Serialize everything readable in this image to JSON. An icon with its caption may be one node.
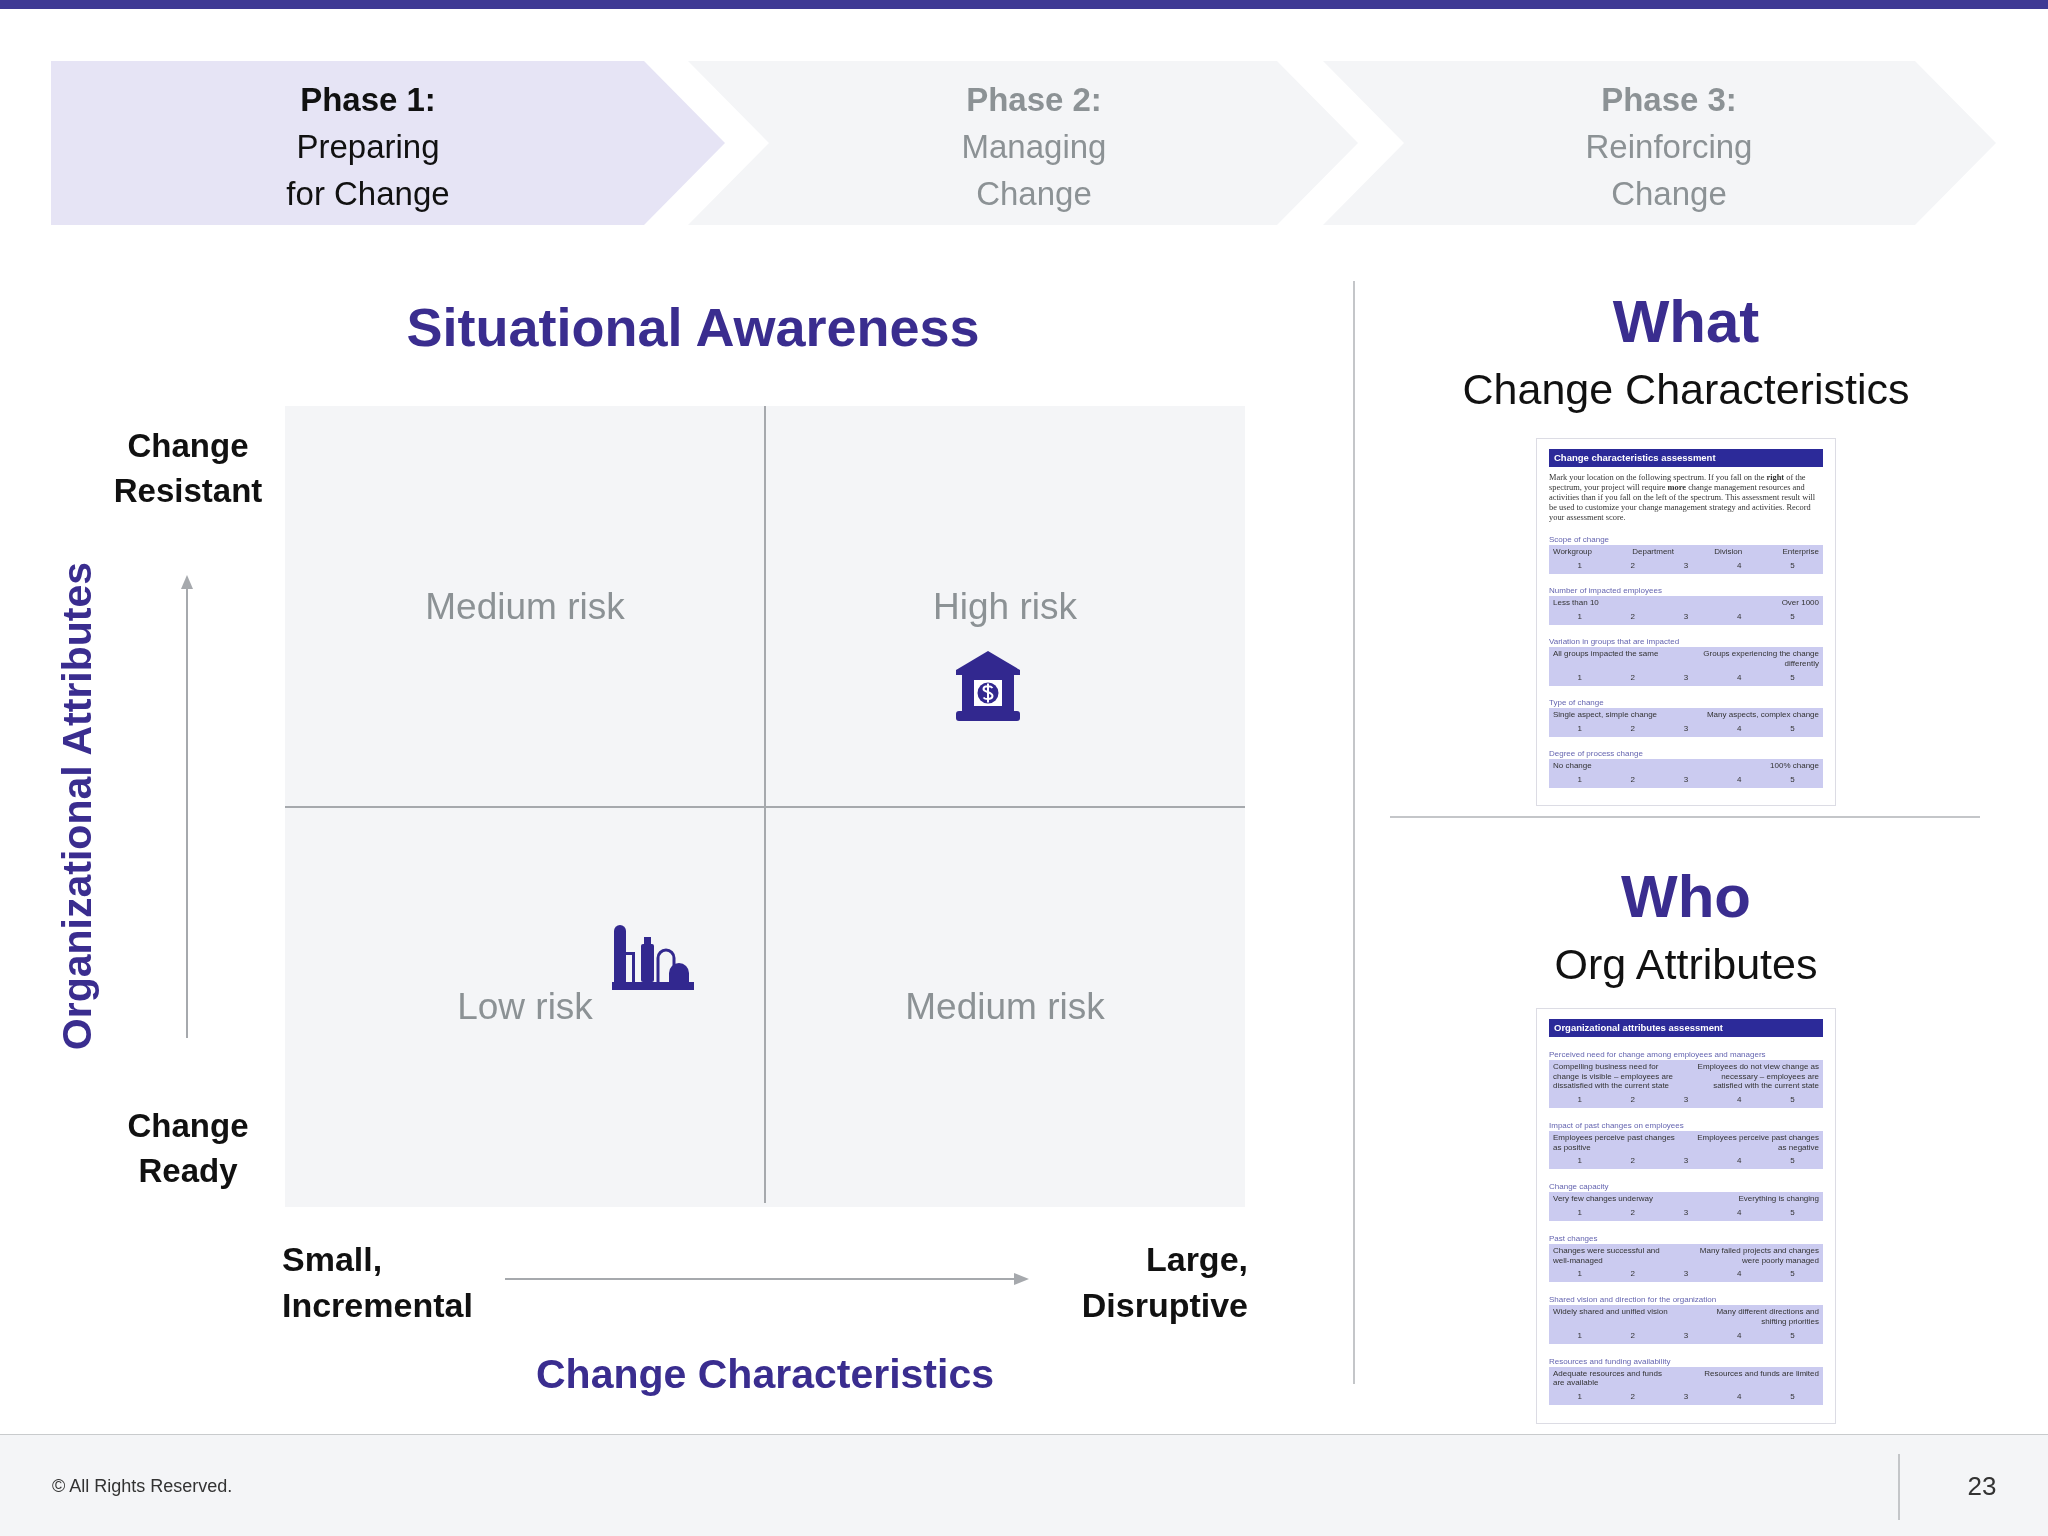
{
  "diagram": {
    "title": "Situational Awareness",
    "nodes": [
      {
        "text": [
          "Phase 1:",
          "Preparing for Change"
        ]
      },
      {
        "text": [
          "Phase 2:",
          "Managing Change"
        ]
      },
      {
        "text": [
          "Phase 3:",
          "Reinforcing Change"
        ]
      },
      {
        "text": [
          "Medium risk"
        ]
      },
      {
        "text": [
          "High risk"
        ]
      },
      {
        "text": [
          "Low risk"
        ]
      },
      {
        "text": [
          "Medium risk"
        ]
      },
      {
        "text": [
          "Change characteristics assessment",
          "Mark your location on the following spectrum. If you fall on the **right** of the spectrum, your project will require **more** change management resources and activities than if you fall on the left of the spectrum. This assessment result will be used to customize your change management strategy and activities. Record your assessment score."
        ]
      },
      {
        "text": [
          "Workgroup",
          "Department",
          "Division",
          "Enterprise",
          "1",
          "2",
          "3",
          "4",
          "5"
        ],
        "beside": [
          "Scope of change"
        ],
        "in": 7
      },
      {
        "text": [
          "Less than 10",
          "Over 1000",
          "1",
          "2",
          "3",
          "4",
          "5"
        ],
        "beside": [
          "Number of impacted employees"
        ],
        "in": 7
      },
      {
        "text": [
          "All groups impacted the same",
          "Groups experiencing the change differently",
          "1",
          "2",
          "3",
          "4",
          "5"
        ],
        "beside": [
          "Variation in groups that are impacted"
        ],
        "in": 7
      },
      {
        "text": [
          "Single aspect, simple change",
          "Many aspects, complex change",
          "1",
          "2",
          "3",
          "4",
          "5"
        ],
        "beside": [
          "Type of change"
        ],
        "in": 7
      },
      {
        "text": [
          "No change",
          "100% change",
          "1",
          "2",
          "3",
          "4",
          "5"
        ],
        "beside": [
          "Degree of process change"
        ],
        "in": 7
      },
      {
        "text": [
          "Organizational attributes assessment"
        ]
      },
      {
        "text": [
          "Compelling business need for change is visible – employees are dissatisfied with the current state",
          "Employees do not view change as necessary – employees are satisfied with the current state",
          "1",
          "2",
          "3",
          "4",
          "5"
        ],
        "beside": [
          "Perceived need for change among employees and managers"
        ],
        "in": 13
      },
      {
        "text": [
          "Employees perceive past changes as positive",
          "Employees perceive past changes as negative",
          "1",
          "2",
          "3",
          "4",
          "5"
        ],
        "beside": [
          "Impact of past changes on employees"
        ],
        "in": 13
      },
      {
        "text": [
          "Very few changes underway",
          "Everything is changing",
          "1",
          "2",
          "3",
          "4",
          "5"
        ],
        "beside": [
          "Change capacity"
        ],
        "in": 13
      },
      {
        "text": [
          "Changes were successful and well-managed",
          "Many failed projects and changes were poorly managed",
          "1",
          "2",
          "3",
          "4",
          "5"
        ],
        "beside": [
          "Past changes"
        ],
        "in": 13
      },
      {
        "text": [
          "Widely shared and unified vision",
          "Many different directions and shifting priorities",
          "1",
          "2",
          "3",
          "4",
          "5"
        ],
        "beside": [
          "Shared vision and direction for the organization"
        ],
        "in": 13
      },
      {
        "text": [
          "Adequate resources and funds are available",
          "Resources and funds are limited",
          "1",
          "2",
          "3",
          "4",
          "5"
        ],
        "beside": [
          "Resources and funding availability"
        ],
        "in": 13
      }
    ],
    "labels": [
      "What",
      "Change Characteristics",
      "Change Resistant",
      "Who",
      "Org Attributes",
      "Organizational Attributes",
      "Change Ready",
      "Small, Incremental",
      "Large, Disruptive",
      "Change Characteristics",
      "© All Rights Reserved.",
      "23"
    ]
  }
}
